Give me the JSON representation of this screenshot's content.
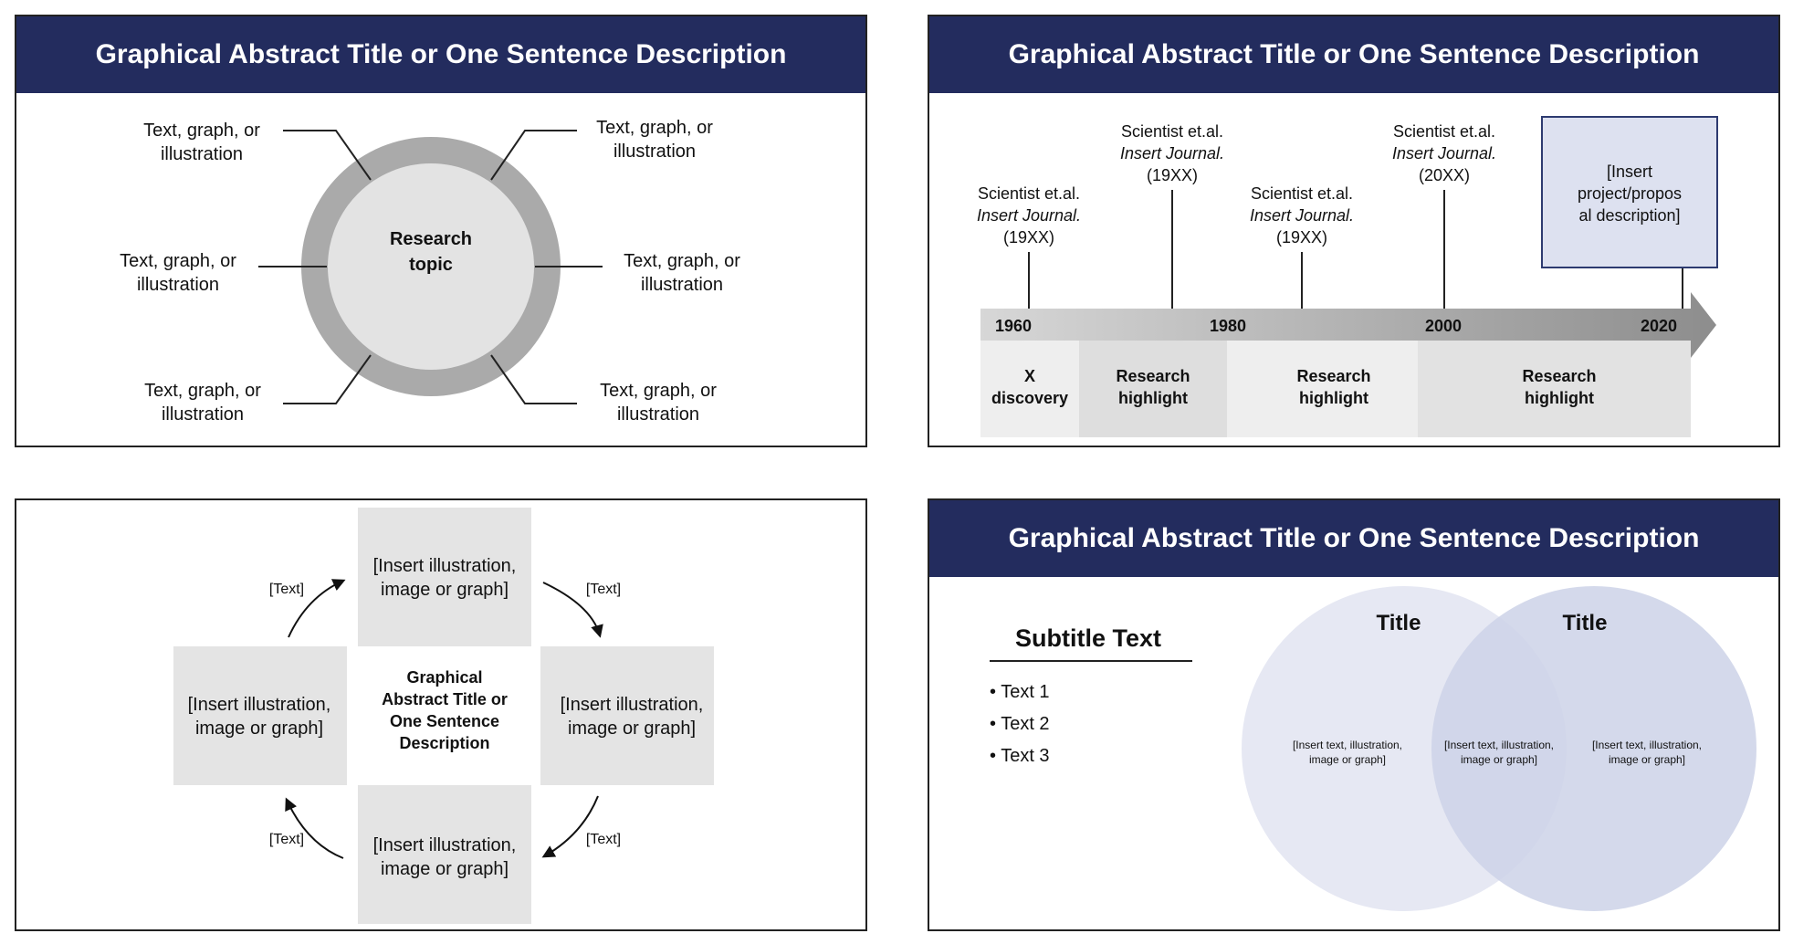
{
  "panel1": {
    "title": "Graphical Abstract Title or One Sentence Description",
    "center": [
      "Research",
      "topic"
    ],
    "items": [
      [
        "Text, graph, or",
        "illustration"
      ],
      [
        "Text, graph, or",
        "illustration"
      ],
      [
        "Text, graph, or",
        "illustration"
      ],
      [
        "Text, graph, or",
        "illustration"
      ],
      [
        "Text, graph, or",
        "illustration"
      ],
      [
        "Text, graph, or",
        "illustration"
      ]
    ]
  },
  "panel2": {
    "title": "Graphical Abstract Title or One Sentence Description",
    "years": [
      "1960",
      "1980",
      "2000",
      "2020"
    ],
    "events": [
      {
        "name": "Scientist et.al.",
        "journal": "Insert Journal.",
        "year": "(19XX)"
      },
      {
        "name": "Scientist et.al.",
        "journal": "Insert Journal.",
        "year": "(19XX)"
      },
      {
        "name": "Scientist et.al.",
        "journal": "Insert Journal.",
        "year": "(19XX)"
      },
      {
        "name": "Scientist et.al.",
        "journal": "Insert Journal.",
        "year": "(20XX)"
      }
    ],
    "proposal": [
      "[Insert",
      "project/propos",
      "al description]"
    ],
    "segments": [
      [
        "X",
        "discovery"
      ],
      [
        "Research",
        "highlight"
      ],
      [
        "Research",
        "highlight"
      ],
      [
        "Research",
        "highlight"
      ]
    ]
  },
  "panel3": {
    "center": [
      "Graphical",
      "Abstract Title or",
      "One Sentence",
      "Description"
    ],
    "box_text": [
      "[Insert illustration,",
      "image or graph]"
    ],
    "arrow_labels": [
      "[Text]",
      "[Text]",
      "[Text]",
      "[Text]"
    ]
  },
  "panel4": {
    "title": "Graphical Abstract Title or One Sentence Description",
    "subtitle": "Subtitle Text",
    "bullets": [
      "• Text 1",
      "• Text 2",
      "• Text 3"
    ],
    "circle_titles": [
      "Title",
      "Title"
    ],
    "region_text": [
      "[Insert text, illustration,",
      "image or graph]"
    ],
    "colors": {
      "left_circle": "#e6e8f3",
      "right_circle": "#cdd2e8",
      "overlap": "#bfc4e0"
    }
  },
  "colors": {
    "banner": "#232c5e",
    "ring": "#aaaaaa",
    "inner": "#e3e3e3",
    "box_fill": "#e4e4e4",
    "proposal_fill": "#dde1f0",
    "proposal_border": "#2d3a70"
  }
}
